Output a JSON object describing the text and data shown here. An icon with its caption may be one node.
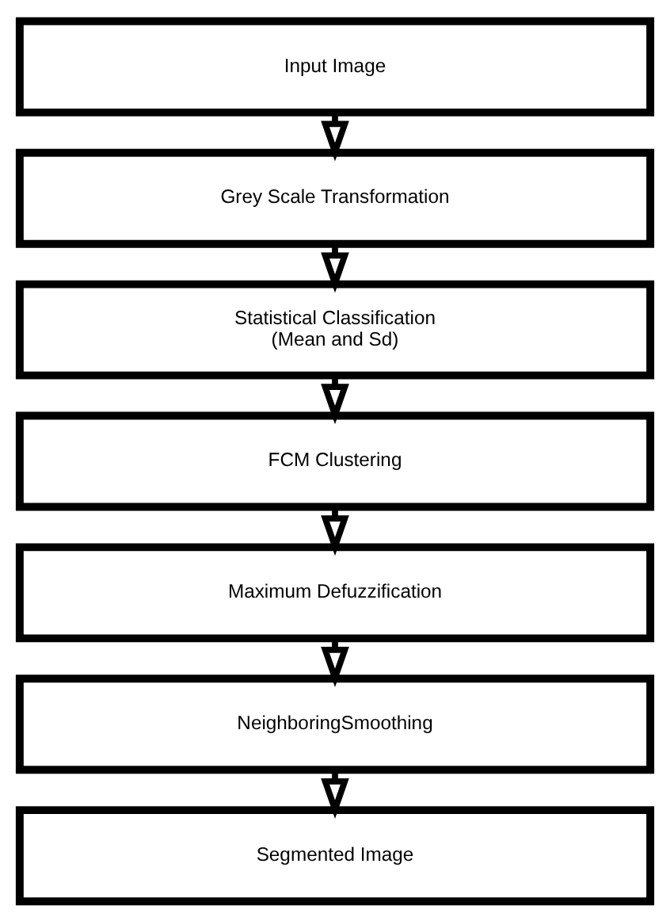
{
  "diagram": {
    "nodes": [
      {
        "text": [
          "Input Image"
        ]
      },
      {
        "text": [
          "Grey Scale Transformation"
        ]
      },
      {
        "text": [
          "Statistical Classification (Mean and Sd)"
        ]
      },
      {
        "text": [
          "FCM Clustering"
        ]
      },
      {
        "text": [
          "Maximum Defuzzification"
        ]
      },
      {
        "text": [
          "NeighboringSmoothing"
        ]
      },
      {
        "text": [
          "Segmented Image"
        ]
      }
    ],
    "edges": [
      {
        "from": 0,
        "to": 1,
        "arrow": "to"
      },
      {
        "from": 1,
        "to": 2,
        "arrow": "to"
      },
      {
        "from": 2,
        "to": 3,
        "arrow": "to"
      },
      {
        "from": 3,
        "to": 4,
        "arrow": "to"
      },
      {
        "from": 4,
        "to": 5,
        "arrow": "to"
      },
      {
        "from": 5,
        "to": 6,
        "arrow": "to"
      }
    ]
  }
}
